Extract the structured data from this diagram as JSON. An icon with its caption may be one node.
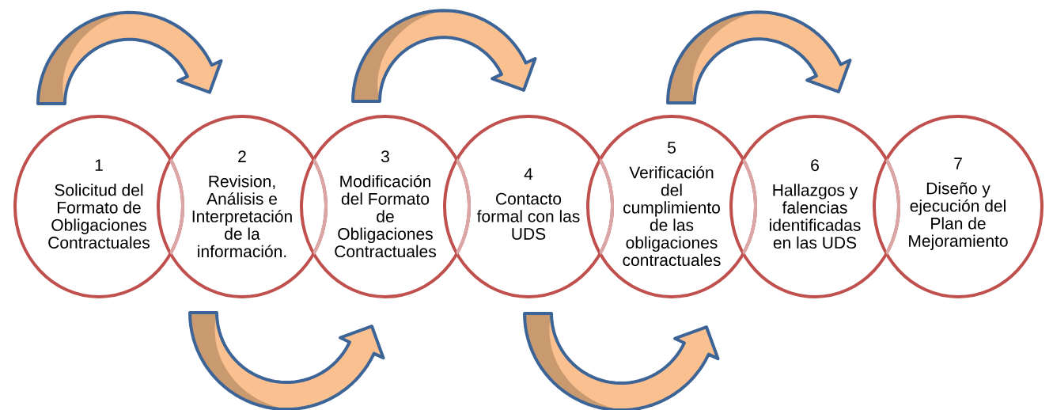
{
  "diagram": {
    "nodes": [
      {
        "text": [
          "1",
          "Solicitud del Formato de Obligaciones Contractuales"
        ]
      },
      {
        "text": [
          "2",
          "Revision, Análisis e Interpretación de la información."
        ]
      },
      {
        "text": [
          "3",
          "Modificación del Formato de Obligaciones Contractuales"
        ]
      },
      {
        "text": [
          "4",
          "Contacto formal con las UDS"
        ]
      },
      {
        "text": [
          "5",
          "Verificación del cumplimiento de las obligaciones contractuales"
        ]
      },
      {
        "text": [
          "6",
          "Hallazgos y falencias identificadas en las UDS"
        ]
      },
      {
        "text": [
          "7",
          "Diseño y ejecución del Plan de Mejoramiento"
        ]
      }
    ],
    "edges": [
      {
        "from": 0,
        "to": 1,
        "arrow": "to"
      },
      {
        "from": 1,
        "to": 2,
        "arrow": "to"
      },
      {
        "from": 2,
        "to": 3,
        "arrow": "to"
      },
      {
        "from": 3,
        "to": 4,
        "arrow": "to"
      },
      {
        "from": 4,
        "to": 5,
        "arrow": "to"
      }
    ]
  }
}
